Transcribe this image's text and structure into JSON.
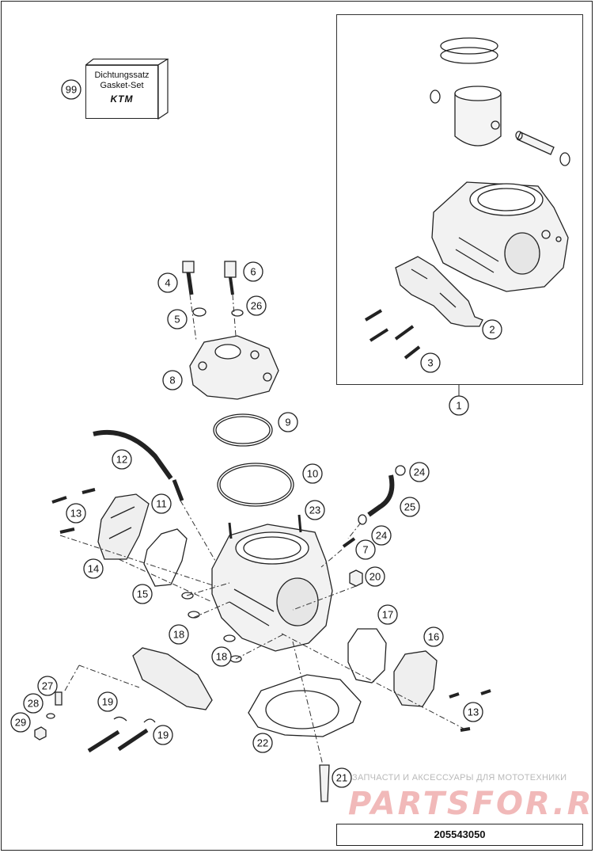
{
  "gasket_set": {
    "line1": "Dichtungssatz",
    "line2": "Gasket-Set",
    "logo": "KTM",
    "callout": "99"
  },
  "diagram_number": "205543050",
  "watermark": {
    "tagline": "ЗАПЧАСТИ И АКСЕССУАРЫ ДЛЯ МОТОТЕХНИКИ",
    "brand": "PARTSFOR.RU"
  },
  "callouts": [
    {
      "id": "c1",
      "label": "1"
    },
    {
      "id": "c2",
      "label": "2"
    },
    {
      "id": "c3",
      "label": "3"
    },
    {
      "id": "c4",
      "label": "4"
    },
    {
      "id": "c5",
      "label": "5"
    },
    {
      "id": "c6",
      "label": "6"
    },
    {
      "id": "c7",
      "label": "7"
    },
    {
      "id": "c8",
      "label": "8"
    },
    {
      "id": "c9",
      "label": "9"
    },
    {
      "id": "c10",
      "label": "10"
    },
    {
      "id": "c11",
      "label": "11"
    },
    {
      "id": "c12",
      "label": "12"
    },
    {
      "id": "c13a",
      "label": "13"
    },
    {
      "id": "c13b",
      "label": "13"
    },
    {
      "id": "c14",
      "label": "14"
    },
    {
      "id": "c15",
      "label": "15"
    },
    {
      "id": "c16",
      "label": "16"
    },
    {
      "id": "c17",
      "label": "17"
    },
    {
      "id": "c18a",
      "label": "18"
    },
    {
      "id": "c18b",
      "label": "18"
    },
    {
      "id": "c19a",
      "label": "19"
    },
    {
      "id": "c19b",
      "label": "19"
    },
    {
      "id": "c20",
      "label": "20"
    },
    {
      "id": "c21",
      "label": "21"
    },
    {
      "id": "c22",
      "label": "22"
    },
    {
      "id": "c23",
      "label": "23"
    },
    {
      "id": "c24a",
      "label": "24"
    },
    {
      "id": "c24b",
      "label": "24"
    },
    {
      "id": "c25",
      "label": "25"
    },
    {
      "id": "c26",
      "label": "26"
    },
    {
      "id": "c27",
      "label": "27"
    },
    {
      "id": "c28",
      "label": "28"
    },
    {
      "id": "c29",
      "label": "29"
    }
  ]
}
